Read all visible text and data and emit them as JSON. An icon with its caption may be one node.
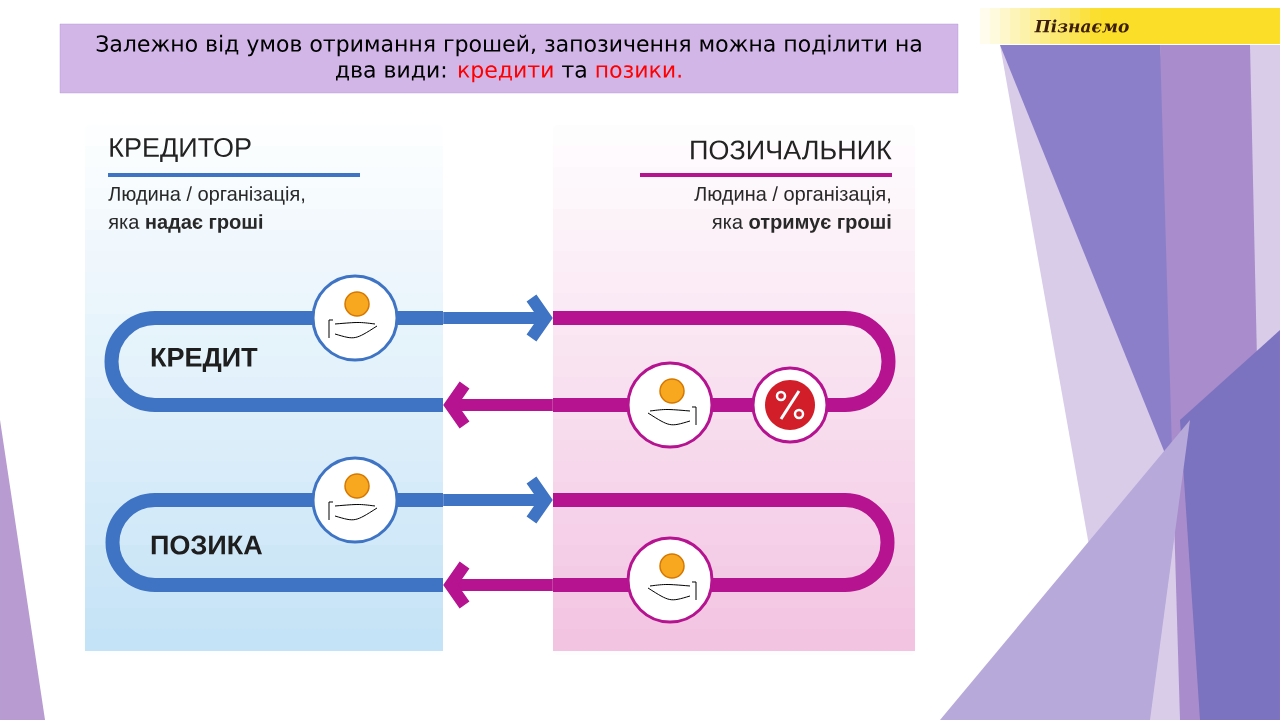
{
  "diagram": {
    "nodes": [
      {
        "text": [
          "Залежно від умов отримання грошей, запозичення можна поділити на два види:",
          "кредити",
          "та",
          "позики."
        ]
      },
      {
        "text": [
          "Пізнаємо"
        ]
      },
      {
        "text": [
          "КРЕДИТОР",
          "Людина / організація, яка **надає гроші**"
        ]
      },
      {
        "text": [
          "ПОЗИЧАЛЬНИК",
          "Людина / організація, яка **отримує гроші**"
        ]
      },
      {
        "text": [
          "КРЕДИТ"
        ],
        "in": 2
      },
      {
        "text": [
          "ПОЗИКА"
        ],
        "in": 2
      }
    ],
    "edges": [
      {
        "from": 2,
        "to": 3,
        "arrow": "to",
        "color": "#3f74c4"
      },
      {
        "from": 3,
        "to": 2,
        "arrow": "to",
        "color": "#b5138f"
      },
      {
        "from": 2,
        "to": 3,
        "arrow": "to",
        "color": "#3f74c4"
      },
      {
        "from": 3,
        "to": 2,
        "arrow": "to",
        "color": "#b5138f"
      }
    ]
  }
}
